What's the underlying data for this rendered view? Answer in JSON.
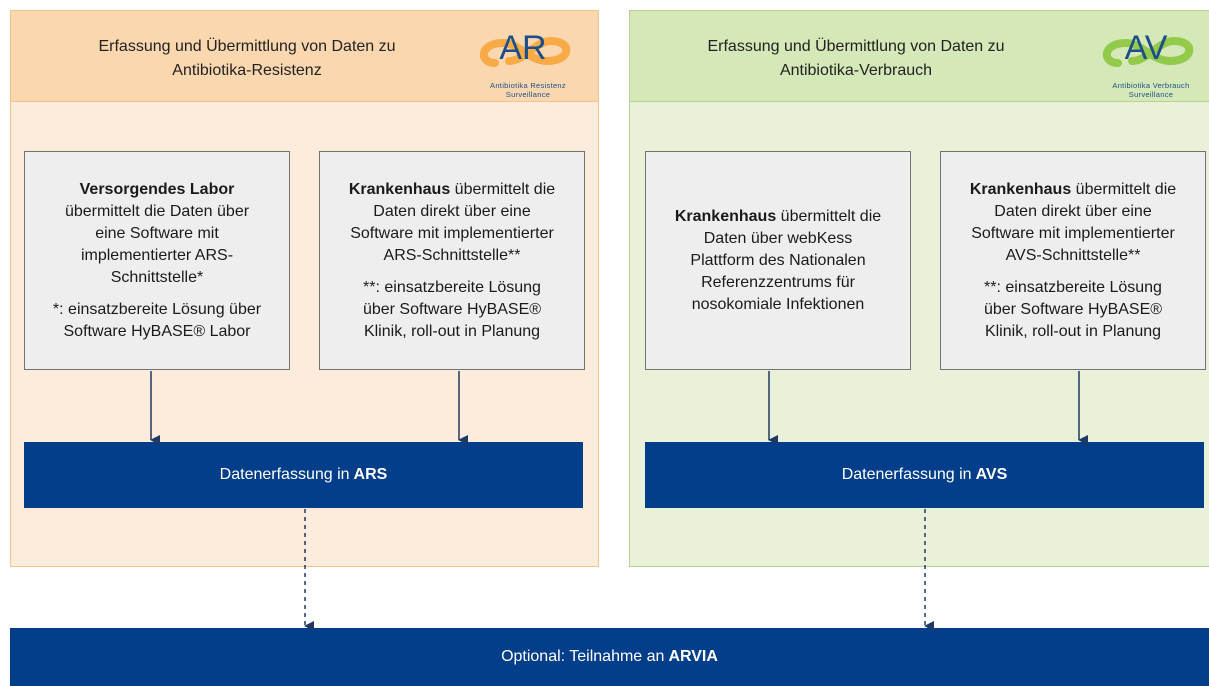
{
  "ars_panel": {
    "header_line1": "Erfassung und Übermittlung von Daten zu",
    "header_line2": "Antibiotika-Resistenz",
    "logo_text": "AR",
    "logo_sub1": "Antibiotika Resistenz",
    "logo_sub2": "Surveillance",
    "box_labor": {
      "bold": "Versorgendes Labor",
      "line1": "übermittelt die Daten über",
      "line2": "eine Software mit",
      "line3": "implementierter ARS-",
      "line4": "Schnittstelle*",
      "note1": "*: einsatzbereite Lösung über",
      "note2": "Software HyBASE® Labor"
    },
    "box_krankenhaus": {
      "bold": "Krankenhaus",
      "line1_rest": " übermittelt die",
      "line2": "Daten direkt über eine",
      "line3": "Software mit implementierter",
      "line4": "ARS-Schnittstelle**",
      "note1": "**: einsatzbereite Lösung",
      "note2": "über Software HyBASE®",
      "note3": "Klinik, roll-out in Planung"
    },
    "bar_text": "Datenerfassung in",
    "bar_bold": "ARS"
  },
  "avs_panel": {
    "header_line1": "Erfassung und Übermittlung von Daten zu",
    "header_line2": "Antibiotika-Verbrauch",
    "logo_text": "AV",
    "logo_sub1": "Antibiotika Verbrauch",
    "logo_sub2": "Surveillance",
    "box_webkess": {
      "bold": "Krankenhaus",
      "line1_rest": " übermittelt die",
      "line2": "Daten über webKess",
      "line3": "Plattform des Nationalen",
      "line4": "Referenzzentrums für",
      "line5": "nosokomiale Infektionen"
    },
    "box_krankenhaus": {
      "bold": "Krankenhaus",
      "line1_rest": " übermittelt die",
      "line2": "Daten direkt über eine",
      "line3": "Software mit implementierter",
      "line4": "AVS-Schnittstelle**",
      "note1": "**: einsatzbereite Lösung",
      "note2": "über Software HyBASE®",
      "note3": "Klinik, roll-out in Planung"
    },
    "bar_text": "Datenerfassung in",
    "bar_bold": "AVS"
  },
  "bottom_bar": {
    "text": "Optional: Teilnahme an",
    "bold": "ARVIA"
  },
  "colors": {
    "ars_body": "#fdebdb",
    "ars_header": "#fad7ae",
    "avs_body": "#e9f1d9",
    "avs_header": "#d5e8b7",
    "bar": "#023e8a",
    "box": "#eeeeee",
    "arrow": "#1f3864"
  }
}
